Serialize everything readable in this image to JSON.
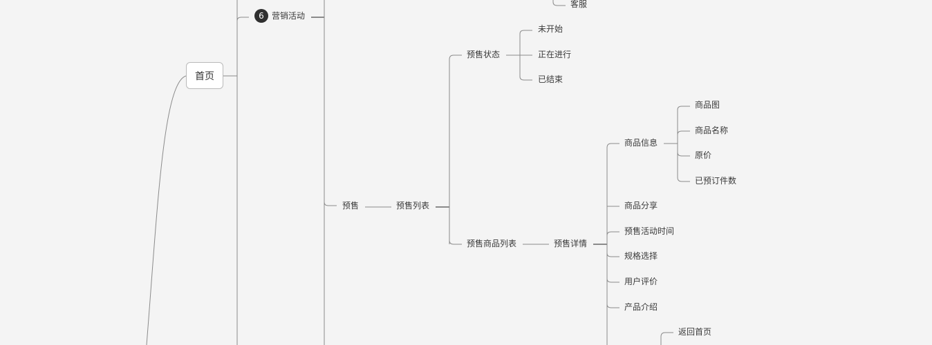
{
  "mindmap": {
    "root": "首页",
    "branch": {
      "number": "6",
      "label": "营销活动"
    },
    "top_leaf": "客服",
    "presale": "预售",
    "presale_list": "预售列表",
    "presale_status": {
      "label": "预售状态",
      "children": [
        "未开始",
        "正在进行",
        "已结束"
      ]
    },
    "presale_goods_list": "预售商品列表",
    "presale_detail": {
      "label": "预售详情",
      "goods_info": {
        "label": "商品信息",
        "children": [
          "商品图",
          "商品名称",
          "原价",
          "已预订件数"
        ]
      },
      "children": [
        "商品分享",
        "预售活动时间",
        "规格选择",
        "用户评价",
        "产品介绍"
      ],
      "bottom_leaf": "返回首页"
    }
  }
}
